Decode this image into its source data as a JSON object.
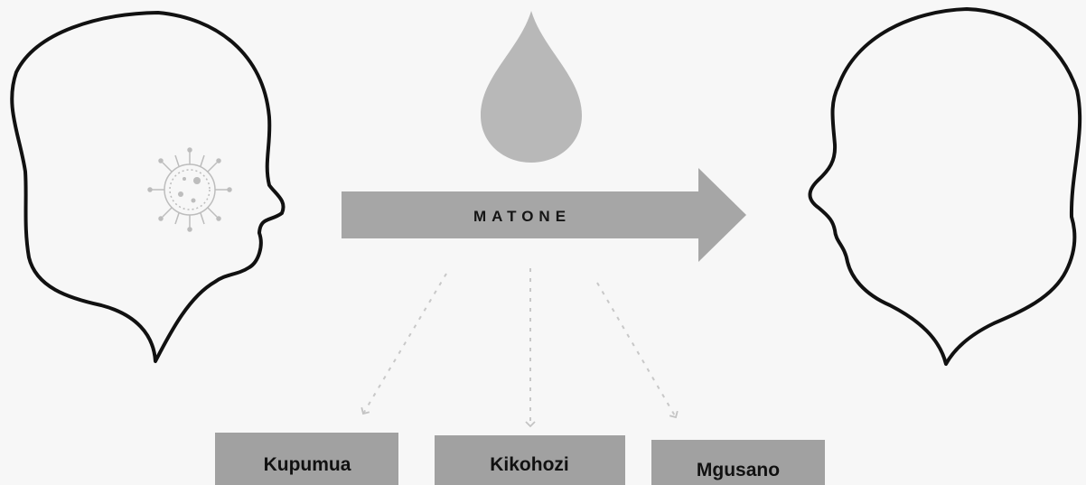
{
  "arrow": {
    "label": "MATONE"
  },
  "boxes": [
    {
      "label": "Kupumua"
    },
    {
      "label": "Kikohozi"
    },
    {
      "label": "Mgusano"
    }
  ],
  "colors": {
    "background": "#f7f7f7",
    "outline": "#111111",
    "arrow_fill": "#a6a6a6",
    "drop_fill": "#b8b8b8",
    "box_fill": "#a1a1a1",
    "dotted_arrows": "#c8c8c8",
    "virus": "#bdbdbd"
  },
  "icons": [
    "left-head-icon",
    "right-head-icon",
    "virus-icon",
    "droplet-icon",
    "arrow-icon"
  ]
}
